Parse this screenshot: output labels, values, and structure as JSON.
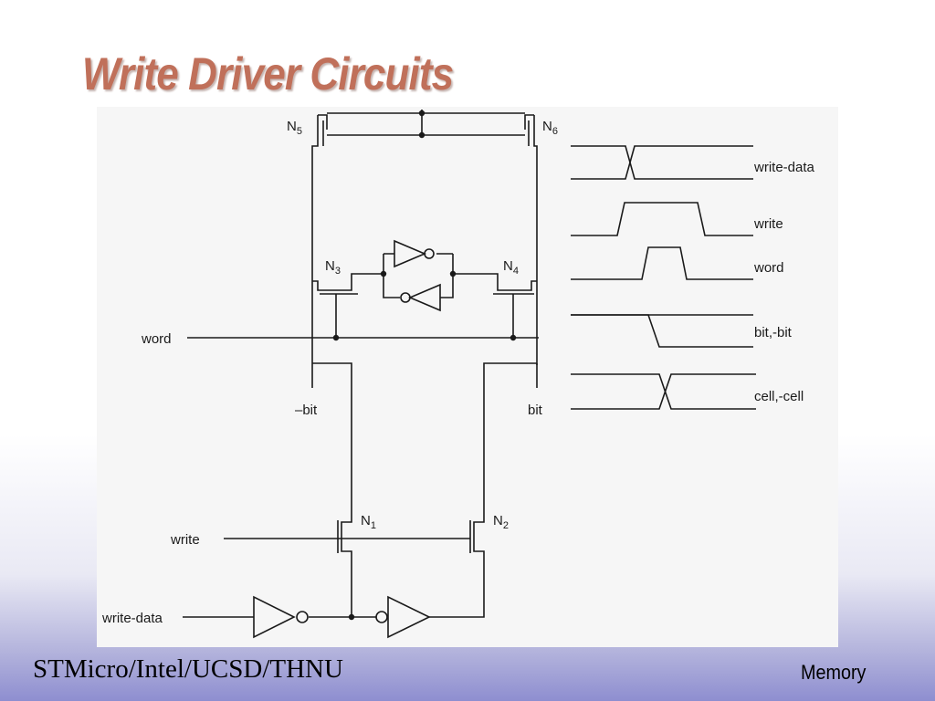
{
  "slide": {
    "title": "Write Driver Circuits"
  },
  "footer": {
    "left_text": "STMicro/Intel/UCSD/THNU",
    "right_text": "Memory"
  },
  "circuit": {
    "transistors": {
      "n1": {
        "name": "N",
        "sub": "1"
      },
      "n2": {
        "name": "N",
        "sub": "2"
      },
      "n3": {
        "name": "N",
        "sub": "3"
      },
      "n4": {
        "name": "N",
        "sub": "4"
      },
      "n5": {
        "name": "N",
        "sub": "5"
      },
      "n6": {
        "name": "N",
        "sub": "6"
      }
    },
    "labels": {
      "word": "word",
      "nbit": "–bit",
      "bit": "bit",
      "write": "write",
      "write_data": "write-data"
    }
  },
  "waveforms": [
    {
      "label": "write-data"
    },
    {
      "label": "write"
    },
    {
      "label": "word"
    },
    {
      "label": "bit,-bit"
    },
    {
      "label": "cell,-cell"
    }
  ]
}
